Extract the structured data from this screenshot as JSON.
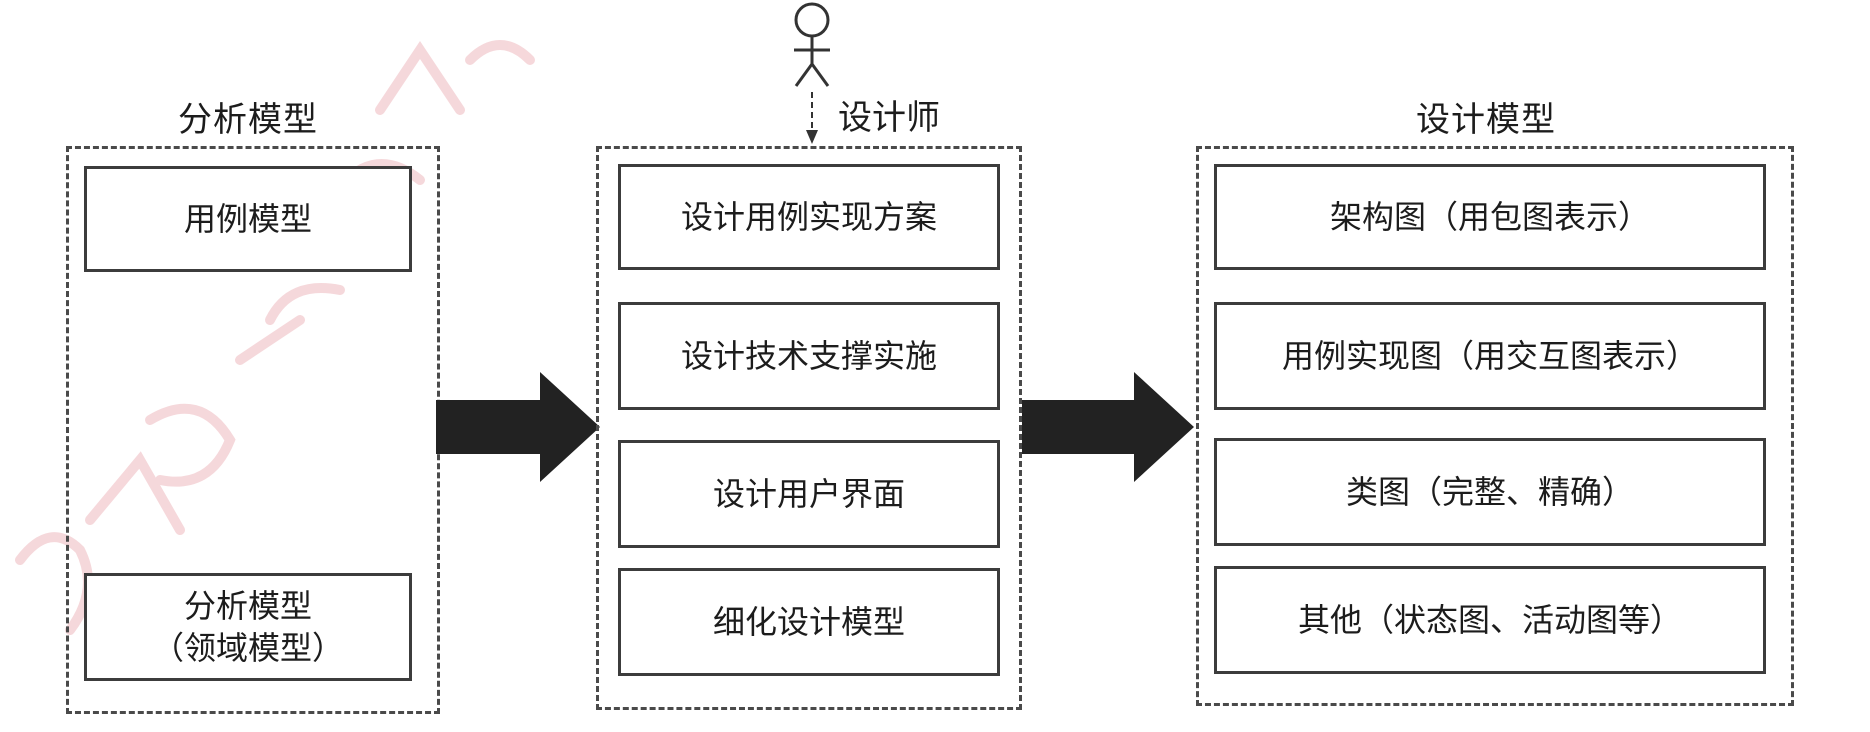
{
  "analysis_model": {
    "title": "分析模型",
    "boxes": [
      {
        "label": "用例模型"
      },
      {
        "label_line1": "分析模型",
        "label_line2": "（领域模型）"
      }
    ]
  },
  "designer": {
    "label": "设计师",
    "steps": [
      {
        "label": "设计用例实现方案"
      },
      {
        "label": "设计技术支撑实施"
      },
      {
        "label": "设计用户界面"
      },
      {
        "label": "细化设计模型"
      }
    ]
  },
  "design_model": {
    "title": "设计模型",
    "boxes": [
      {
        "label": "架构图（用包图表示）"
      },
      {
        "label": "用例实现图（用交互图表示）"
      },
      {
        "label": "类图（完整、精确）"
      },
      {
        "label": "其他（状态图、活动图等）"
      }
    ]
  }
}
